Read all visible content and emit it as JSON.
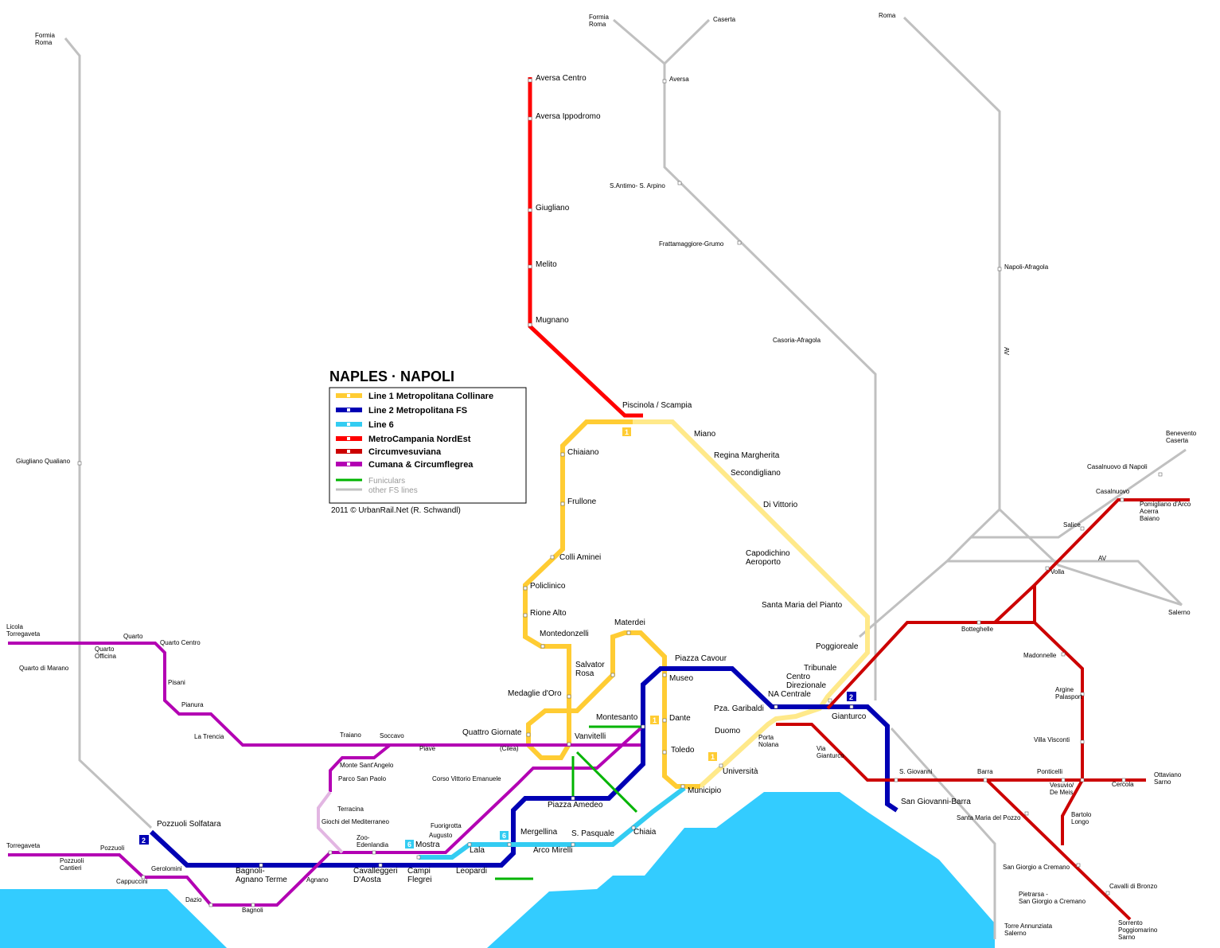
{
  "title": "NAPLES · NAPOLI",
  "colors": {
    "line1": "#ffcc33",
    "line1_under_construction": "#ffe98a",
    "line2": "#0000b4",
    "line6": "#33ccf2",
    "metrocampania": "#ff0000",
    "circumvesuviana": "#cc0000",
    "cumana": "#b300b3",
    "cumana_under_construction": "#e2b6e2",
    "funicular": "#00b400",
    "fs": "#c0c0c0",
    "sea": "#33ccff"
  },
  "legend": {
    "items": [
      {
        "label": "Line 1 Metropolitana Collinare",
        "color": "#ffcc33",
        "bold": true
      },
      {
        "label": "Line 2 Metropolitana FS",
        "color": "#0000b4",
        "bold": true
      },
      {
        "label": "Line 6",
        "color": "#33ccf2",
        "bold": true
      },
      {
        "label": "MetroCampania NordEst",
        "color": "#ff0000",
        "bold": true
      },
      {
        "label": "Circumvesuviana",
        "color": "#cc0000",
        "bold": true
      },
      {
        "label": "Cumana & Circumflegrea",
        "color": "#b300b3",
        "bold": true
      },
      {
        "label": "Funiculars",
        "color": "#00b400",
        "bold": false
      },
      {
        "label": "other FS lines",
        "color": "#c0c0c0",
        "bold": false
      }
    ],
    "credit": "2011 © UrbanRail.Net (R. Schwandl)"
  },
  "line_badges": [
    "1",
    "1",
    "1",
    "2",
    "2",
    "6",
    "6"
  ],
  "av_labels": [
    "AV",
    "AV"
  ],
  "stations": {
    "fs": [
      "Formia\nRoma",
      "Caserta",
      "Roma",
      "Formia\nRoma",
      "Aversa",
      "S.Antimo- S. Arpino",
      "Frattamaggiore-Grumo",
      "Casoria-Afragola",
      "Napoli-Afragola",
      "Giugliano Qualiano",
      "Benevento\nCaserta",
      "Casalnuovo di Napoli",
      "Salerno",
      "Torre Annunziata\nSalerno",
      "Pietrarsa -\nSan Giorgio a Cremano"
    ],
    "metrocampania": [
      "Aversa Centro",
      "Aversa Ippodromo",
      "Giugliano",
      "Melito",
      "Mugnano",
      "Piscinola / Scampia"
    ],
    "line1": [
      "Miano",
      "Regina Margherita",
      "Secondigliano",
      "Di Vittorio",
      "Capodichino\nAeroporto",
      "Santa Maria del Pianto",
      "Poggioreale",
      "Tribunale",
      "Centro\nDirezionale",
      "Chiaiano",
      "Frullone",
      "Colli Aminei",
      "Policlinico",
      "Rione Alto",
      "Montedonzelli",
      "Medaglie d'Oro",
      "Vanvitelli",
      "Quattro Giornate",
      "Salvator\nRosa",
      "Materdei",
      "Museo",
      "Dante",
      "Toledo",
      "Municipio",
      "Università",
      "Duomo"
    ],
    "line2": [
      "Pozzuoli Solfatara",
      "Bagnoli-\nAgnano Terme",
      "Cavalleggeri\nD'Aosta",
      "Campi\nFlegrei",
      "Leopardi",
      "Mergellina",
      "Piazza Amedeo",
      "Montesanto",
      "Piazza Cavour",
      "NA Centrale",
      "Pza. Garibaldi",
      "Gianturco",
      "San Giovanni-Barra"
    ],
    "line6": [
      "Mostra",
      "Lala",
      "Arco Mirelli",
      "S. Pasquale",
      "Chiaia"
    ],
    "cumana": [
      "Licola\nTorregaveta",
      "Quarto",
      "Quarto\nOfficina",
      "Quarto Centro",
      "Quarto di Marano",
      "Pisani",
      "Pianura",
      "La Trencia",
      "Traiano",
      "Soccavo",
      "Piave",
      "(Cilea)",
      "Monte Sant'Angelo",
      "Parco San Paolo",
      "Terracina",
      "Giochi del Mediterraneo",
      "Zoo-\nEdenlandia",
      "Fuorigrotta",
      "Augusto",
      "Corso Vittorio Emanuele",
      "Torregaveta",
      "Pozzuoli\nCantieri",
      "Pozzuoli",
      "Gerolomini",
      "Cappuccini",
      "Dazio",
      "Agnano",
      "Bagnoli"
    ],
    "circumvesuviana": [
      "Porta\nNolana",
      "Via\nGianturco",
      "S. Giovanni",
      "Barra",
      "Ponticelli",
      "Vesuvio/\nDe Meis",
      "Cercola",
      "Ottaviano\nSarno",
      "Bartolo\nLongo",
      "Santa Maria del Pozzo",
      "San Giorgio a Cremano",
      "Cavalli di Bronzo",
      "Sorrento\nPoggiomarino\nSarno",
      "Botteghelle",
      "Madonnelle",
      "Argine\nPalasport",
      "Villa Visconti",
      "Volla",
      "Salice",
      "Casalnuovo",
      "Pomigliano d'Arco\nAcerra\nBaiano"
    ]
  }
}
